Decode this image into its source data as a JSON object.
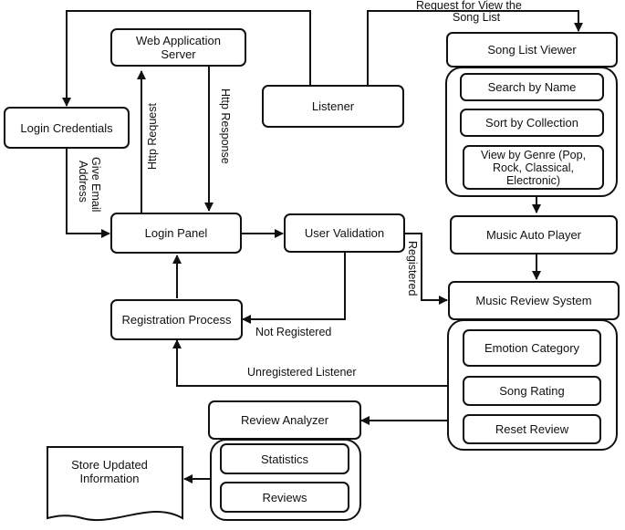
{
  "nodes": {
    "web_server": "Web Application Server",
    "listener": "Listener",
    "login_credentials": "Login Credentials",
    "login_panel": "Login Panel",
    "user_validation": "User Validation",
    "registration_process": "Registration Process",
    "song_list_viewer": "Song List Viewer",
    "search_by_name": "Search by Name",
    "sort_by_collection": "Sort by Collection",
    "view_by_genre": "View by Genre (Pop, Rock, Classical, Electronic)",
    "music_auto_player": "Music Auto Player",
    "music_review_system": "Music Review System",
    "emotion_category": "Emotion Category",
    "song_rating": "Song Rating",
    "reset_review": "Reset Review",
    "review_analyzer": "Review Analyzer",
    "statistics": "Statistics",
    "reviews": "Reviews",
    "store_updated_information": "Store Updated Information"
  },
  "edges": {
    "request_song_list_line1": "Request for View the",
    "request_song_list_line2": "Song List",
    "http_request": "Http Request",
    "http_response": "Http Response",
    "give_email_line1": "Give Email",
    "give_email_line2": "Address",
    "registered": "Registered",
    "not_registered": "Not Registered",
    "unregistered_listener": "Unregistered Listener"
  }
}
